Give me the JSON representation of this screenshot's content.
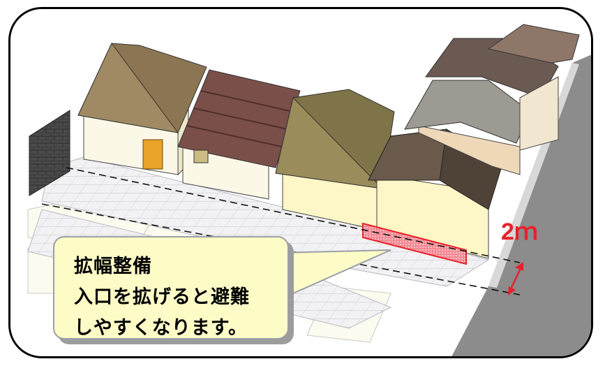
{
  "callout": {
    "title": "拡幅整備",
    "line1": "入口を拡げると避難",
    "line2": "しやすくなります。"
  },
  "width_label": "2ｍ",
  "colors": {
    "widening_zone": "#e8212a",
    "callout_fill": "#fdfbc6",
    "road": "#8c8c8c"
  }
}
